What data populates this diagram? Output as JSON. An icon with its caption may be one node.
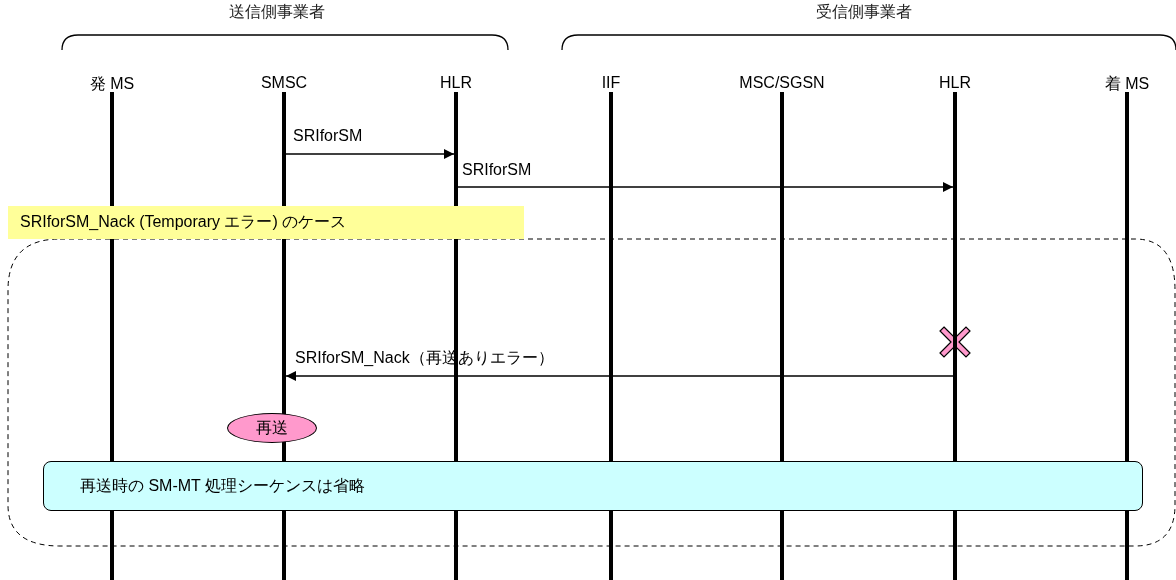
{
  "diagram": {
    "nodes": [
      {
        "text": [
          "発 MS"
        ]
      },
      {
        "text": [
          "SMSC"
        ]
      },
      {
        "text": [
          "HLR"
        ]
      },
      {
        "text": [
          "IIF"
        ]
      },
      {
        "text": [
          "MSC/SGSN"
        ]
      },
      {
        "text": [
          "HLR"
        ]
      },
      {
        "text": [
          "着 MS"
        ]
      },
      {
        "text": [
          "SRIforSM_Nack (Temporary エラー)  のケース"
        ]
      },
      {
        "text": [
          "再送"
        ]
      },
      {
        "text": [
          "再送時の SM-MT  処理シーケンスは省略"
        ]
      }
    ],
    "edges": [
      {
        "from": 1,
        "to": 2,
        "arrow": "to",
        "label": "SRIforSM"
      },
      {
        "from": 2,
        "to": 5,
        "arrow": "to",
        "label": "SRIforSM"
      },
      {
        "from": 5,
        "to": 1,
        "arrow": "to",
        "label": "SRIforSM_Nack（再送ありエラー）"
      }
    ],
    "labels": [
      "送信側事業者",
      "受信側事業者"
    ]
  }
}
